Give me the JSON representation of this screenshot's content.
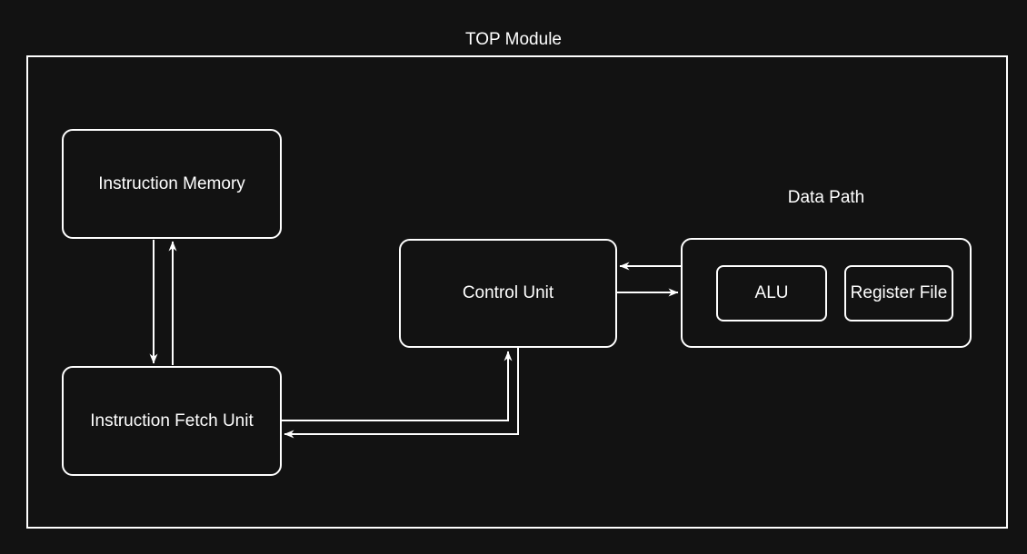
{
  "diagram": {
    "background_color": "#121212",
    "stroke_color": "#ffffff",
    "text_color": "#ffffff",
    "top_title": "TOP Module",
    "group_title": "Data Path",
    "nodes": {
      "instruction_memory": "Instruction Memory",
      "instruction_fetch_unit": "Instruction Fetch Unit",
      "control_unit": "Control Unit",
      "alu": "ALU",
      "register_file": "Register File"
    }
  }
}
